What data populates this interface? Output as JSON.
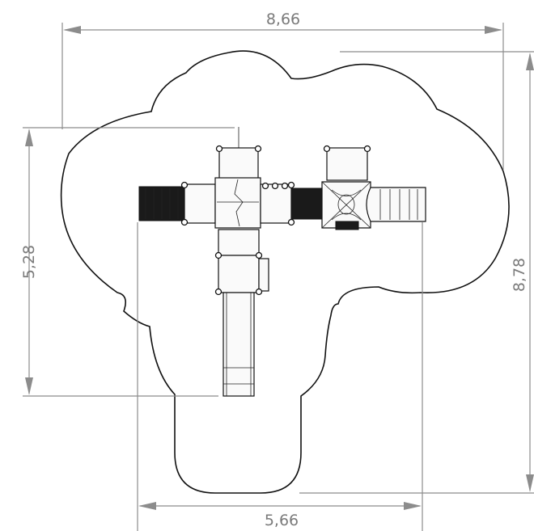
{
  "dimensions": {
    "top_width": "8,66",
    "right_height": "8,78",
    "left_height": "5,28",
    "bottom_width": "5,66"
  },
  "colors": {
    "dimension": "#8c8c8c",
    "outline": "#111111",
    "structure": "#1a1a1a"
  }
}
